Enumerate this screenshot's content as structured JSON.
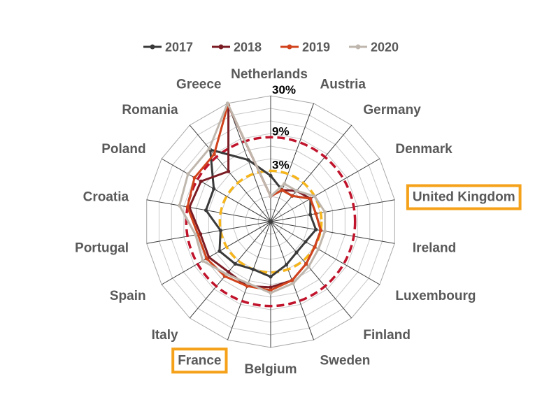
{
  "chart_data": {
    "type": "radar",
    "categories": [
      "Netherlands",
      "Austria",
      "Germany",
      "Denmark",
      "United Kingdom",
      "Ireland",
      "Luxembourg",
      "Finland",
      "Sweden",
      "Belgium",
      "France",
      "Italy",
      "Spain",
      "Portugal",
      "Croatia",
      "Poland",
      "Romania",
      "Greece"
    ],
    "rlim": [
      0,
      30
    ],
    "tick_labels": [
      {
        "value": 3,
        "label": "3%"
      },
      {
        "value": 9,
        "label": "9%"
      },
      {
        "value": 30,
        "label": "30%"
      }
    ],
    "grid": true,
    "legend_position": "top",
    "highlighted_categories": [
      "United Kingdom",
      "France"
    ],
    "reference_circles": [
      {
        "value": 3,
        "color": "#F6B51A"
      },
      {
        "value": 9,
        "color": "#C0142C"
      }
    ],
    "series": [
      {
        "name": "2017",
        "color": "#3A3A3A",
        "values": [
          2.5,
          1.5,
          1.5,
          2.5,
          2.0,
          2.5,
          2.0,
          2.0,
          2.5,
          3.5,
          3.0,
          3.5,
          4.0,
          3.0,
          5.0,
          5.0,
          12.0,
          5.0
        ]
      },
      {
        "name": "2018",
        "color": "#7B1C24",
        "values": [
          1.0,
          1.5,
          2.0,
          2.5,
          2.5,
          3.0,
          3.0,
          3.5,
          4.5,
          5.0,
          5.5,
          5.0,
          6.0,
          6.0,
          8.5,
          8.0,
          5.0,
          28.0
        ]
      },
      {
        "name": "2019",
        "color": "#D0431C",
        "values": [
          1.0,
          1.5,
          1.5,
          2.5,
          2.5,
          3.0,
          3.0,
          3.5,
          4.5,
          5.5,
          5.5,
          6.0,
          6.5,
          6.5,
          9.0,
          10.0,
          10.0,
          29.0
        ]
      },
      {
        "name": "2020",
        "color": "#BFB7AD",
        "values": [
          1.0,
          2.0,
          2.0,
          3.0,
          3.5,
          3.5,
          3.5,
          4.0,
          5.0,
          6.0,
          5.0,
          5.5,
          7.5,
          7.0,
          11.5,
          12.5,
          12.5,
          30.0
        ]
      }
    ]
  }
}
